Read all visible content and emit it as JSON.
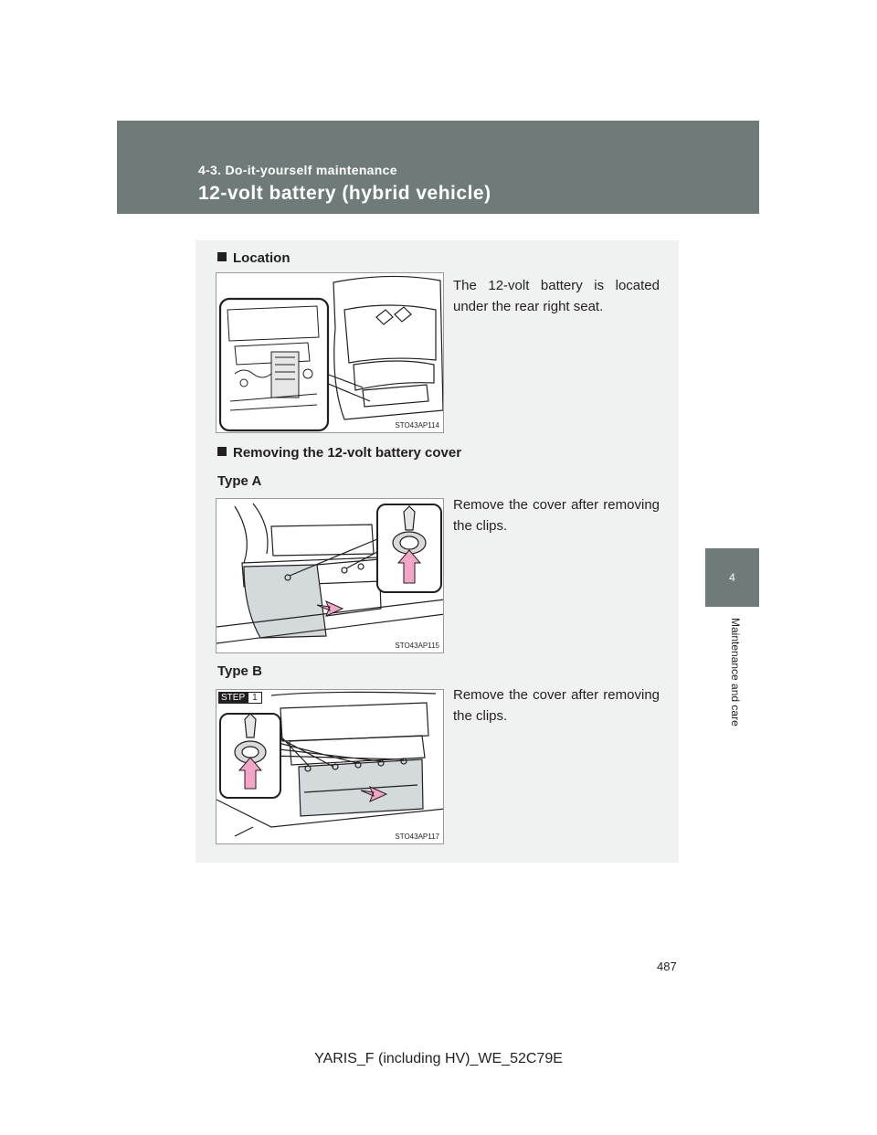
{
  "header": {
    "section": "4-3. Do-it-yourself maintenance",
    "title": "12-volt battery (hybrid vehicle)"
  },
  "side_tab": {
    "number": "4",
    "label": "Maintenance and care"
  },
  "location": {
    "heading": "Location",
    "text": "The 12-volt battery is located under the rear right seat.",
    "figure_code": "STO43AP114"
  },
  "cover": {
    "heading": "Removing the 12-volt battery cover",
    "type_a": {
      "label": "Type A",
      "text": "Remove the cover after removing the clips.",
      "figure_code": "STO43AP115"
    },
    "type_b": {
      "label": "Type B",
      "text": "Remove the cover after removing the clips.",
      "step_word": "STEP",
      "step_number": "1",
      "figure_code": "STO43AP117"
    }
  },
  "page_number": "487",
  "footer": "YARIS_F (including HV)_WE_52C79E",
  "colors": {
    "header_bg": "#6e7b79",
    "box_bg": "#f0f1f1",
    "arrow_pink": "#f4a6c9"
  }
}
